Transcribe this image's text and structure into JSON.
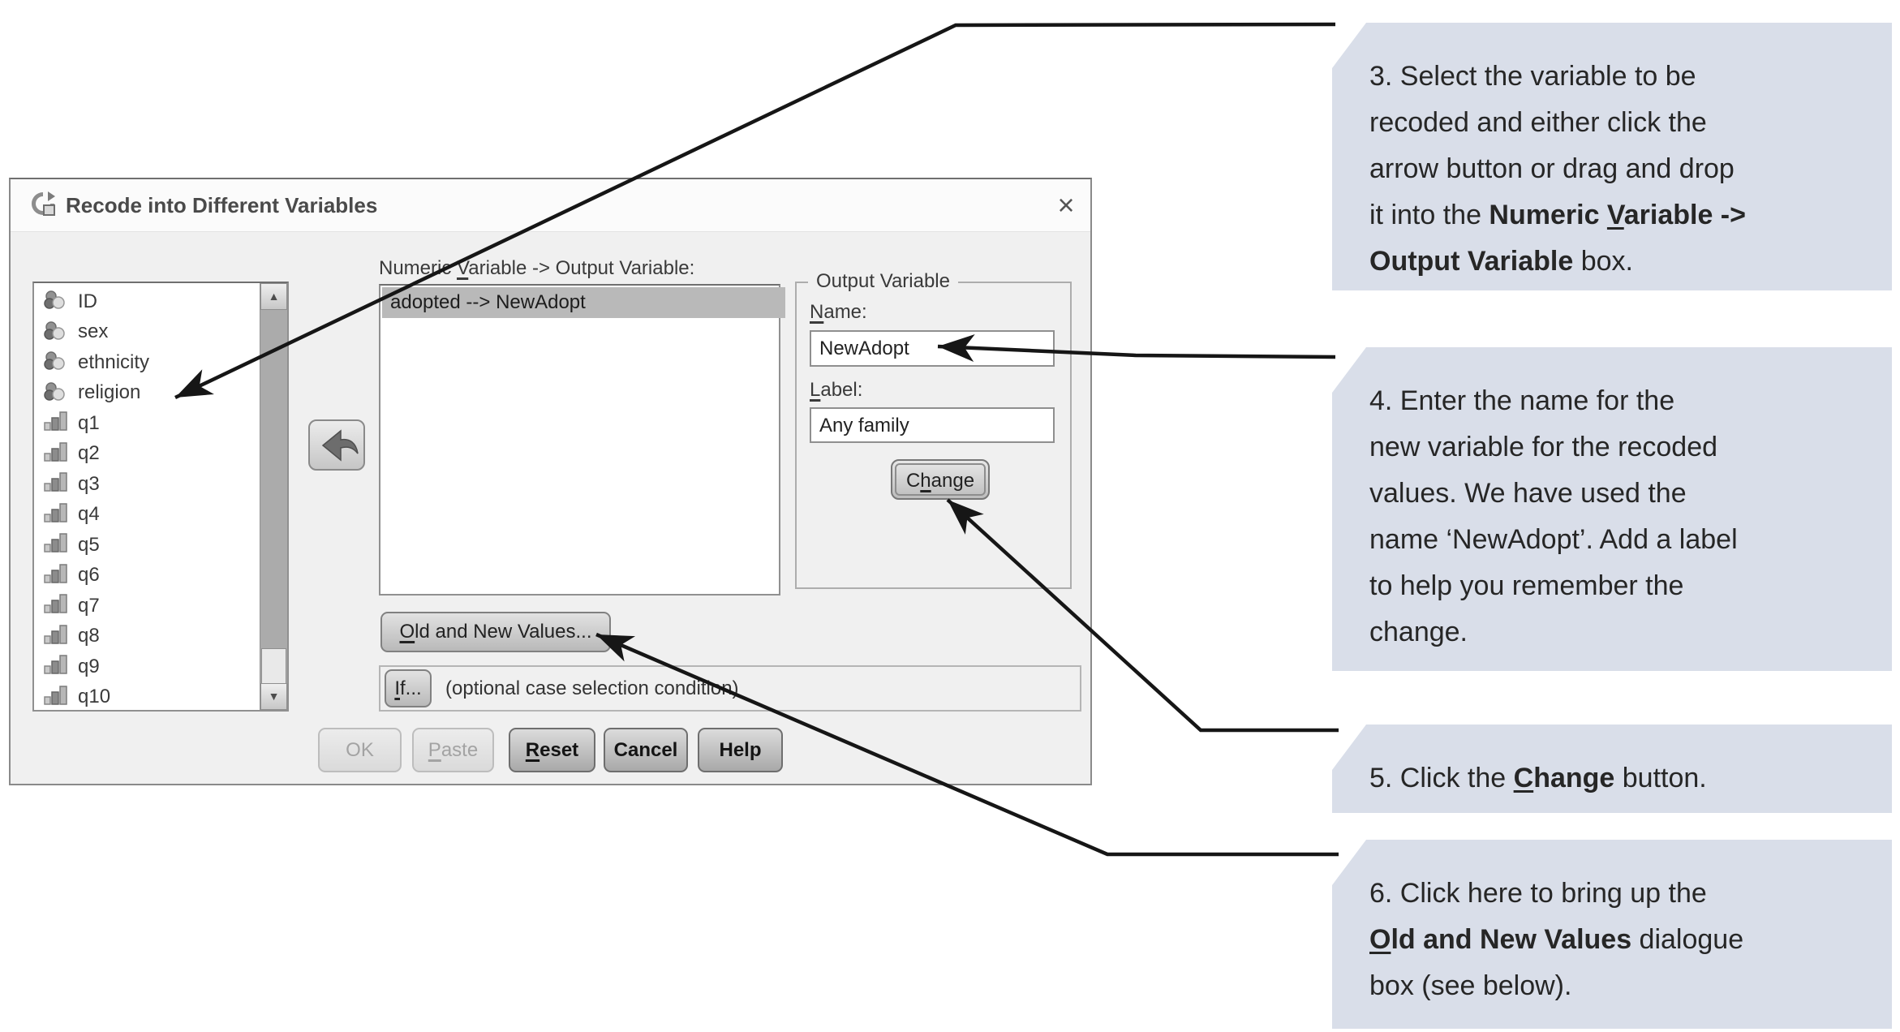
{
  "colors": {
    "callout_bg": "#d9dee9",
    "connector": "#161616",
    "selection_bg": "#b9b9b9",
    "dialog_bg": "#f0f0f0",
    "titlebar_bg": "#fbfbfb"
  },
  "dialog": {
    "title": "Recode into Different Variables",
    "close_glyph": "×",
    "source_list": {
      "items": [
        {
          "label": "ID",
          "icon": "nominal-variable-icon"
        },
        {
          "label": "sex",
          "icon": "nominal-variable-icon"
        },
        {
          "label": "ethnicity",
          "icon": "nominal-variable-icon"
        },
        {
          "label": "religion",
          "icon": "nominal-variable-icon"
        },
        {
          "label": "q1",
          "icon": "scale-variable-icon"
        },
        {
          "label": "q2",
          "icon": "scale-variable-icon"
        },
        {
          "label": "q3",
          "icon": "scale-variable-icon"
        },
        {
          "label": "q4",
          "icon": "scale-variable-icon"
        },
        {
          "label": "q5",
          "icon": "scale-variable-icon"
        },
        {
          "label": "q6",
          "icon": "scale-variable-icon"
        },
        {
          "label": "q7",
          "icon": "scale-variable-icon"
        },
        {
          "label": "q8",
          "icon": "scale-variable-icon"
        },
        {
          "label": "q9",
          "icon": "scale-variable-icon"
        },
        {
          "label": "q10",
          "icon": "scale-variable-icon"
        }
      ],
      "scroll_up_glyph": "▲",
      "scroll_down_glyph": "▼"
    },
    "target_label_runs": [
      {
        "t": "Numeric "
      },
      {
        "t": "V",
        "u": true
      },
      {
        "t": "ariable -> Output Variable:"
      }
    ],
    "target_items": [
      "adopted --> NewAdopt"
    ],
    "output_group": {
      "title": "Output Variable",
      "name_label_runs": [
        {
          "t": "N",
          "u": true
        },
        {
          "t": "ame:"
        }
      ],
      "name_value": "NewAdopt",
      "label_label_runs": [
        {
          "t": "L",
          "u": true
        },
        {
          "t": "abel:"
        }
      ],
      "label_value": "Any family",
      "change_runs": [
        {
          "t": "C"
        },
        {
          "t": "h",
          "u": true
        },
        {
          "t": "ange"
        }
      ]
    },
    "oldnew_runs": [
      {
        "t": "O",
        "u": true
      },
      {
        "t": "ld and New Values..."
      }
    ],
    "if_runs": [
      {
        "t": "I",
        "u": true
      },
      {
        "t": "f..."
      }
    ],
    "if_text": "(optional case selection condition)",
    "buttons": {
      "ok_label": "OK",
      "paste_runs": [
        {
          "t": "P",
          "u": true
        },
        {
          "t": "aste"
        }
      ],
      "reset_runs": [
        {
          "t": "R",
          "u": true
        },
        {
          "t": "eset"
        }
      ],
      "cancel_label": "Cancel",
      "help_label": "Help"
    }
  },
  "callouts": [
    {
      "step": "3",
      "lines": [
        [
          {
            "t": "3. Select the variable to be"
          }
        ],
        [
          {
            "t": "recoded and either click the"
          }
        ],
        [
          {
            "t": "arrow button or drag and drop"
          }
        ],
        [
          {
            "t": "it into the "
          },
          {
            "t": "Numeric ",
            "b": true
          },
          {
            "t": "V",
            "b": true,
            "u": true
          },
          {
            "t": "ariable ->",
            "b": true
          }
        ],
        [
          {
            "t": "Output Variable",
            "b": true
          },
          {
            "t": " box."
          }
        ]
      ]
    },
    {
      "step": "4",
      "lines": [
        [
          {
            "t": "4. Enter the name for the"
          }
        ],
        [
          {
            "t": "new variable for the recoded"
          }
        ],
        [
          {
            "t": "values. We have used the"
          }
        ],
        [
          {
            "t": "name ‘NewAdopt’. Add a label"
          }
        ],
        [
          {
            "t": "to help you remember the"
          }
        ],
        [
          {
            "t": "change."
          }
        ]
      ]
    },
    {
      "step": "5",
      "lines": [
        [
          {
            "t": "5. Click the "
          },
          {
            "t": "C",
            "b": true,
            "u": true
          },
          {
            "t": "hange",
            "b": true
          },
          {
            "t": " button."
          }
        ]
      ]
    },
    {
      "step": "6",
      "lines": [
        [
          {
            "t": "6. Click here to bring up the"
          }
        ],
        [
          {
            "t": "O",
            "b": true,
            "u": true
          },
          {
            "t": "ld and New Values",
            "b": true
          },
          {
            "t": " dialogue"
          }
        ],
        [
          {
            "t": "box (see below)."
          }
        ]
      ]
    }
  ]
}
